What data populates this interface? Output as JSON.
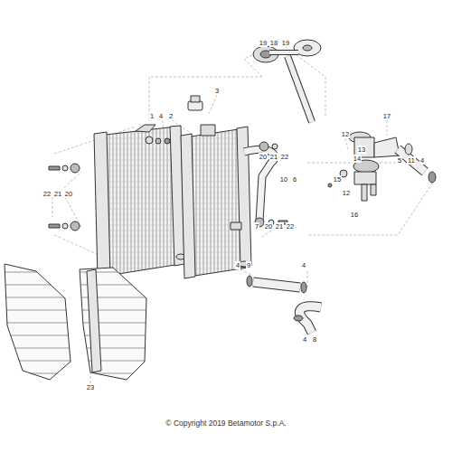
{
  "diagram": {
    "labels": [
      "19",
      "18",
      "19",
      "3",
      "1",
      "4",
      "2",
      "17",
      "12",
      "20",
      "21",
      "22",
      "13",
      "5",
      "11",
      "4",
      "14",
      "15",
      "10",
      "6",
      "12",
      "22",
      "21",
      "20",
      "16",
      "7",
      "20",
      "21",
      "22",
      "4",
      "9",
      "4",
      "4",
      "8",
      "23",
      "© Copyright 2019 Betamotor S.p.A."
    ]
  }
}
